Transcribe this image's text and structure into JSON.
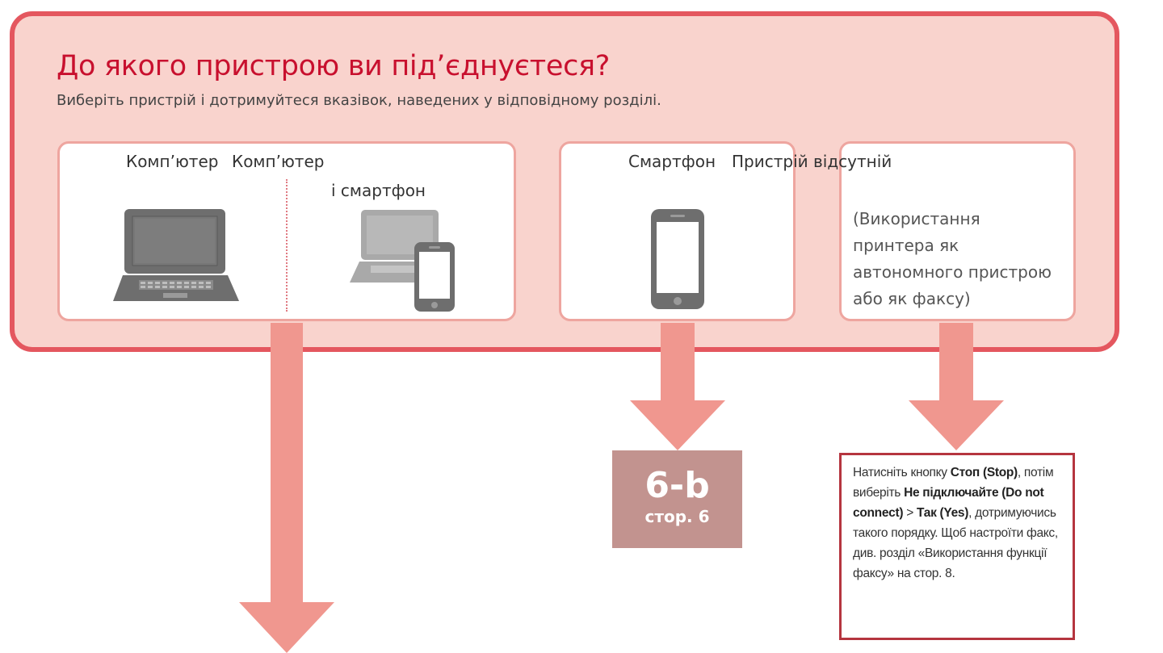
{
  "heading": {
    "title": "До якого пристрою ви під’єднуєтеся?",
    "subtitle": "Виберіть пристрій і дотримуйтеся вказівок, наведених у відповідному розділі."
  },
  "options": {
    "computer": {
      "label": "Комп’ютер",
      "icon": "laptop-icon"
    },
    "computer_smartphone": {
      "label_line1": "Комп’ютер",
      "label_line2": "і смартфон",
      "icon": "laptop-and-phone-icon"
    },
    "smartphone": {
      "label": "Смартфон",
      "icon": "smartphone-icon"
    },
    "no_device": {
      "label": "Пристрій відсутній",
      "description_lines": [
        "(Використання",
        "принтера як",
        "автономного пристрою",
        "або як факсу)"
      ]
    }
  },
  "smartphone_target": {
    "section": "6-b",
    "page": "стор. 6"
  },
  "no_device_note": {
    "t1": "Натисніть кнопку ",
    "b1": "Стоп (Stop)",
    "t2": ", потім виберіть ",
    "b2": "Не підключайте (Do not connect)",
    "t3": " > ",
    "b3": "Так (Yes)",
    "t4": ", дотримуючись такого порядку. Щоб настроїти факс, див. розділ «Використання функції факсу» на стор. 8."
  },
  "colors": {
    "title": "#c8102e",
    "panel_bg": "#f9d3cd",
    "panel_border": "#e4575f",
    "arrow": "#f0978f",
    "page_box": "#c2938f",
    "note_border": "#b5353f",
    "icon": "#6e6e6e"
  }
}
